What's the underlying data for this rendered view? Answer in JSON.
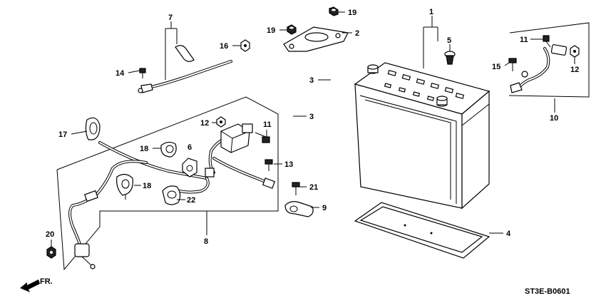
{
  "diagram_code": "ST3E-B0601",
  "front_marker": "FR.",
  "callouts": {
    "c1": "1",
    "c2": "2",
    "c3a": "3",
    "c3b": "3",
    "c4": "4",
    "c5": "5",
    "c6": "6",
    "c7": "7",
    "c8": "8",
    "c9": "9",
    "c10": "10",
    "c11a": "11",
    "c11b": "11",
    "c12a": "12",
    "c12b": "12",
    "c13": "13",
    "c14": "14",
    "c15": "15",
    "c16": "16",
    "c17": "17",
    "c18a": "18",
    "c18b": "18",
    "c19a": "19",
    "c19b": "19",
    "c20": "20",
    "c21": "21",
    "c22": "22"
  }
}
